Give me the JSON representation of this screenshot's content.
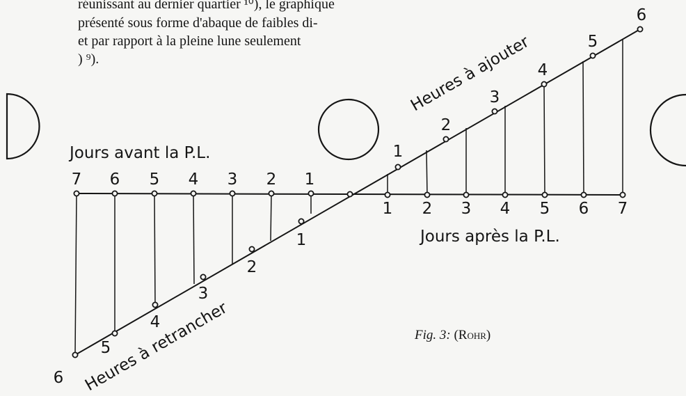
{
  "text_lines": [
    "réunissant au dernier quartier ¹⁰), le graphique",
    "présenté sous forme d'abaque de faibles di-",
    "et par rapport à la pleine lune seulement",
    ") ⁹)."
  ],
  "labels": {
    "days_before": "Jours avant la P.L.",
    "days_after": "Jours après la P.L.",
    "hours_add": "Heures à ajouter",
    "hours_subtract": "Heures à retrancher"
  },
  "caption": {
    "figure": "Fig. 3:",
    "author": "Rohr"
  },
  "days_before_ticks": [
    "7",
    "6",
    "5",
    "4",
    "3",
    "2",
    "1"
  ],
  "days_after_ticks": [
    "1",
    "2",
    "3",
    "4",
    "5",
    "6",
    "7"
  ],
  "hours_subtract_ticks": [
    "1",
    "2",
    "3",
    "4",
    "5",
    "6"
  ],
  "hours_add_ticks": [
    "1",
    "2",
    "3",
    "4",
    "5",
    "6"
  ],
  "colors": {
    "ink": "#151515",
    "paper": "#f6f6f4"
  }
}
